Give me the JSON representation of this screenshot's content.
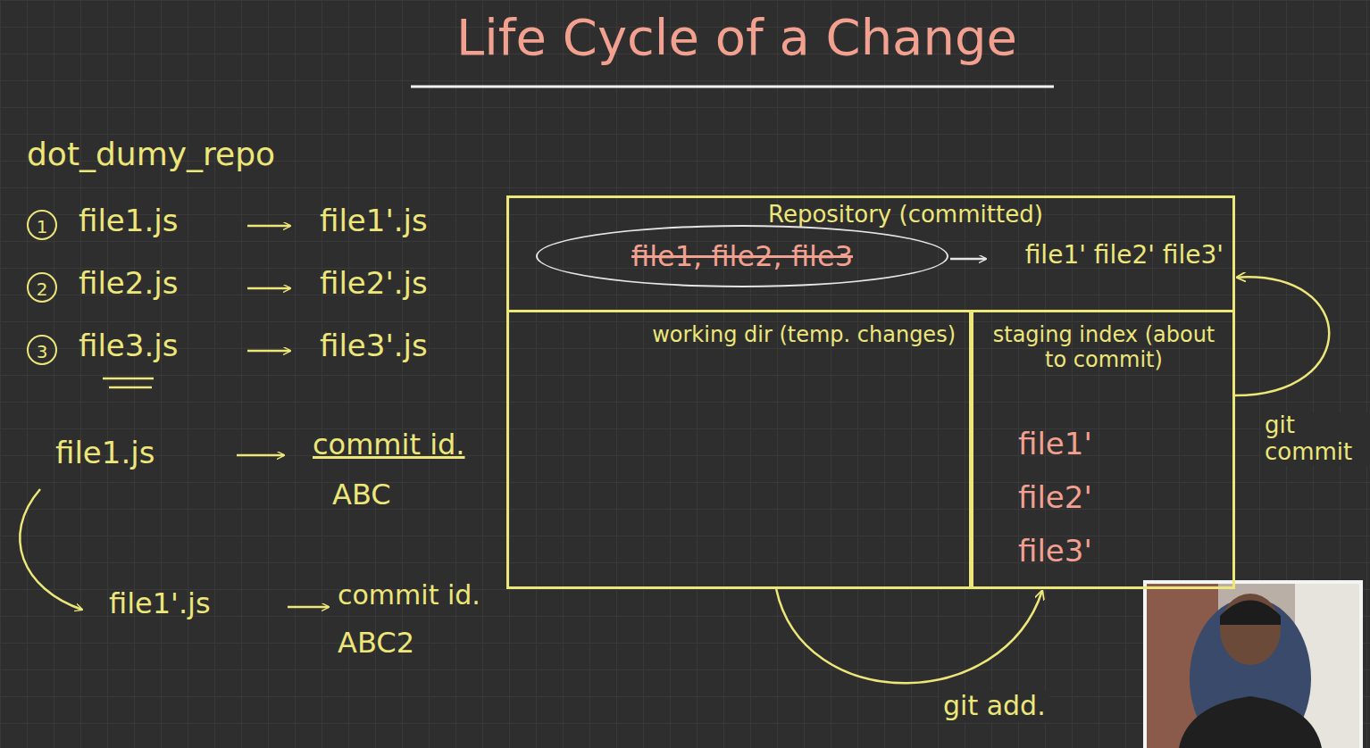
{
  "diagram": {
    "title": "Life Cycle of a Change",
    "nodes": [
      {
        "text": [
          "Repository (committed)",
          "file1' file2' file3'"
        ]
      },
      {
        "text": [
          "file1, file2, file3"
        ],
        "in": 0
      },
      {
        "text": [
          "working dir (temp. changes)"
        ]
      },
      {
        "text": [
          "staging index (about to commit)",
          "file1'",
          "file2'",
          "file3'"
        ]
      }
    ],
    "edges": [
      {
        "from": 2,
        "to": 3,
        "label": "git add.",
        "arrow": "to"
      },
      {
        "from": 3,
        "to": 0,
        "label": "git commit",
        "arrow": "to"
      }
    ],
    "labels": [
      "dot_dumy_repo",
      "1",
      "file1.js",
      "file1'.js",
      "2",
      "file2.js",
      "file2'.js",
      "3",
      "file3.js",
      "file3'.js",
      "file1.js",
      "commit id.",
      "ABC",
      "file1'.js",
      "commit id.",
      "ABC2"
    ]
  }
}
